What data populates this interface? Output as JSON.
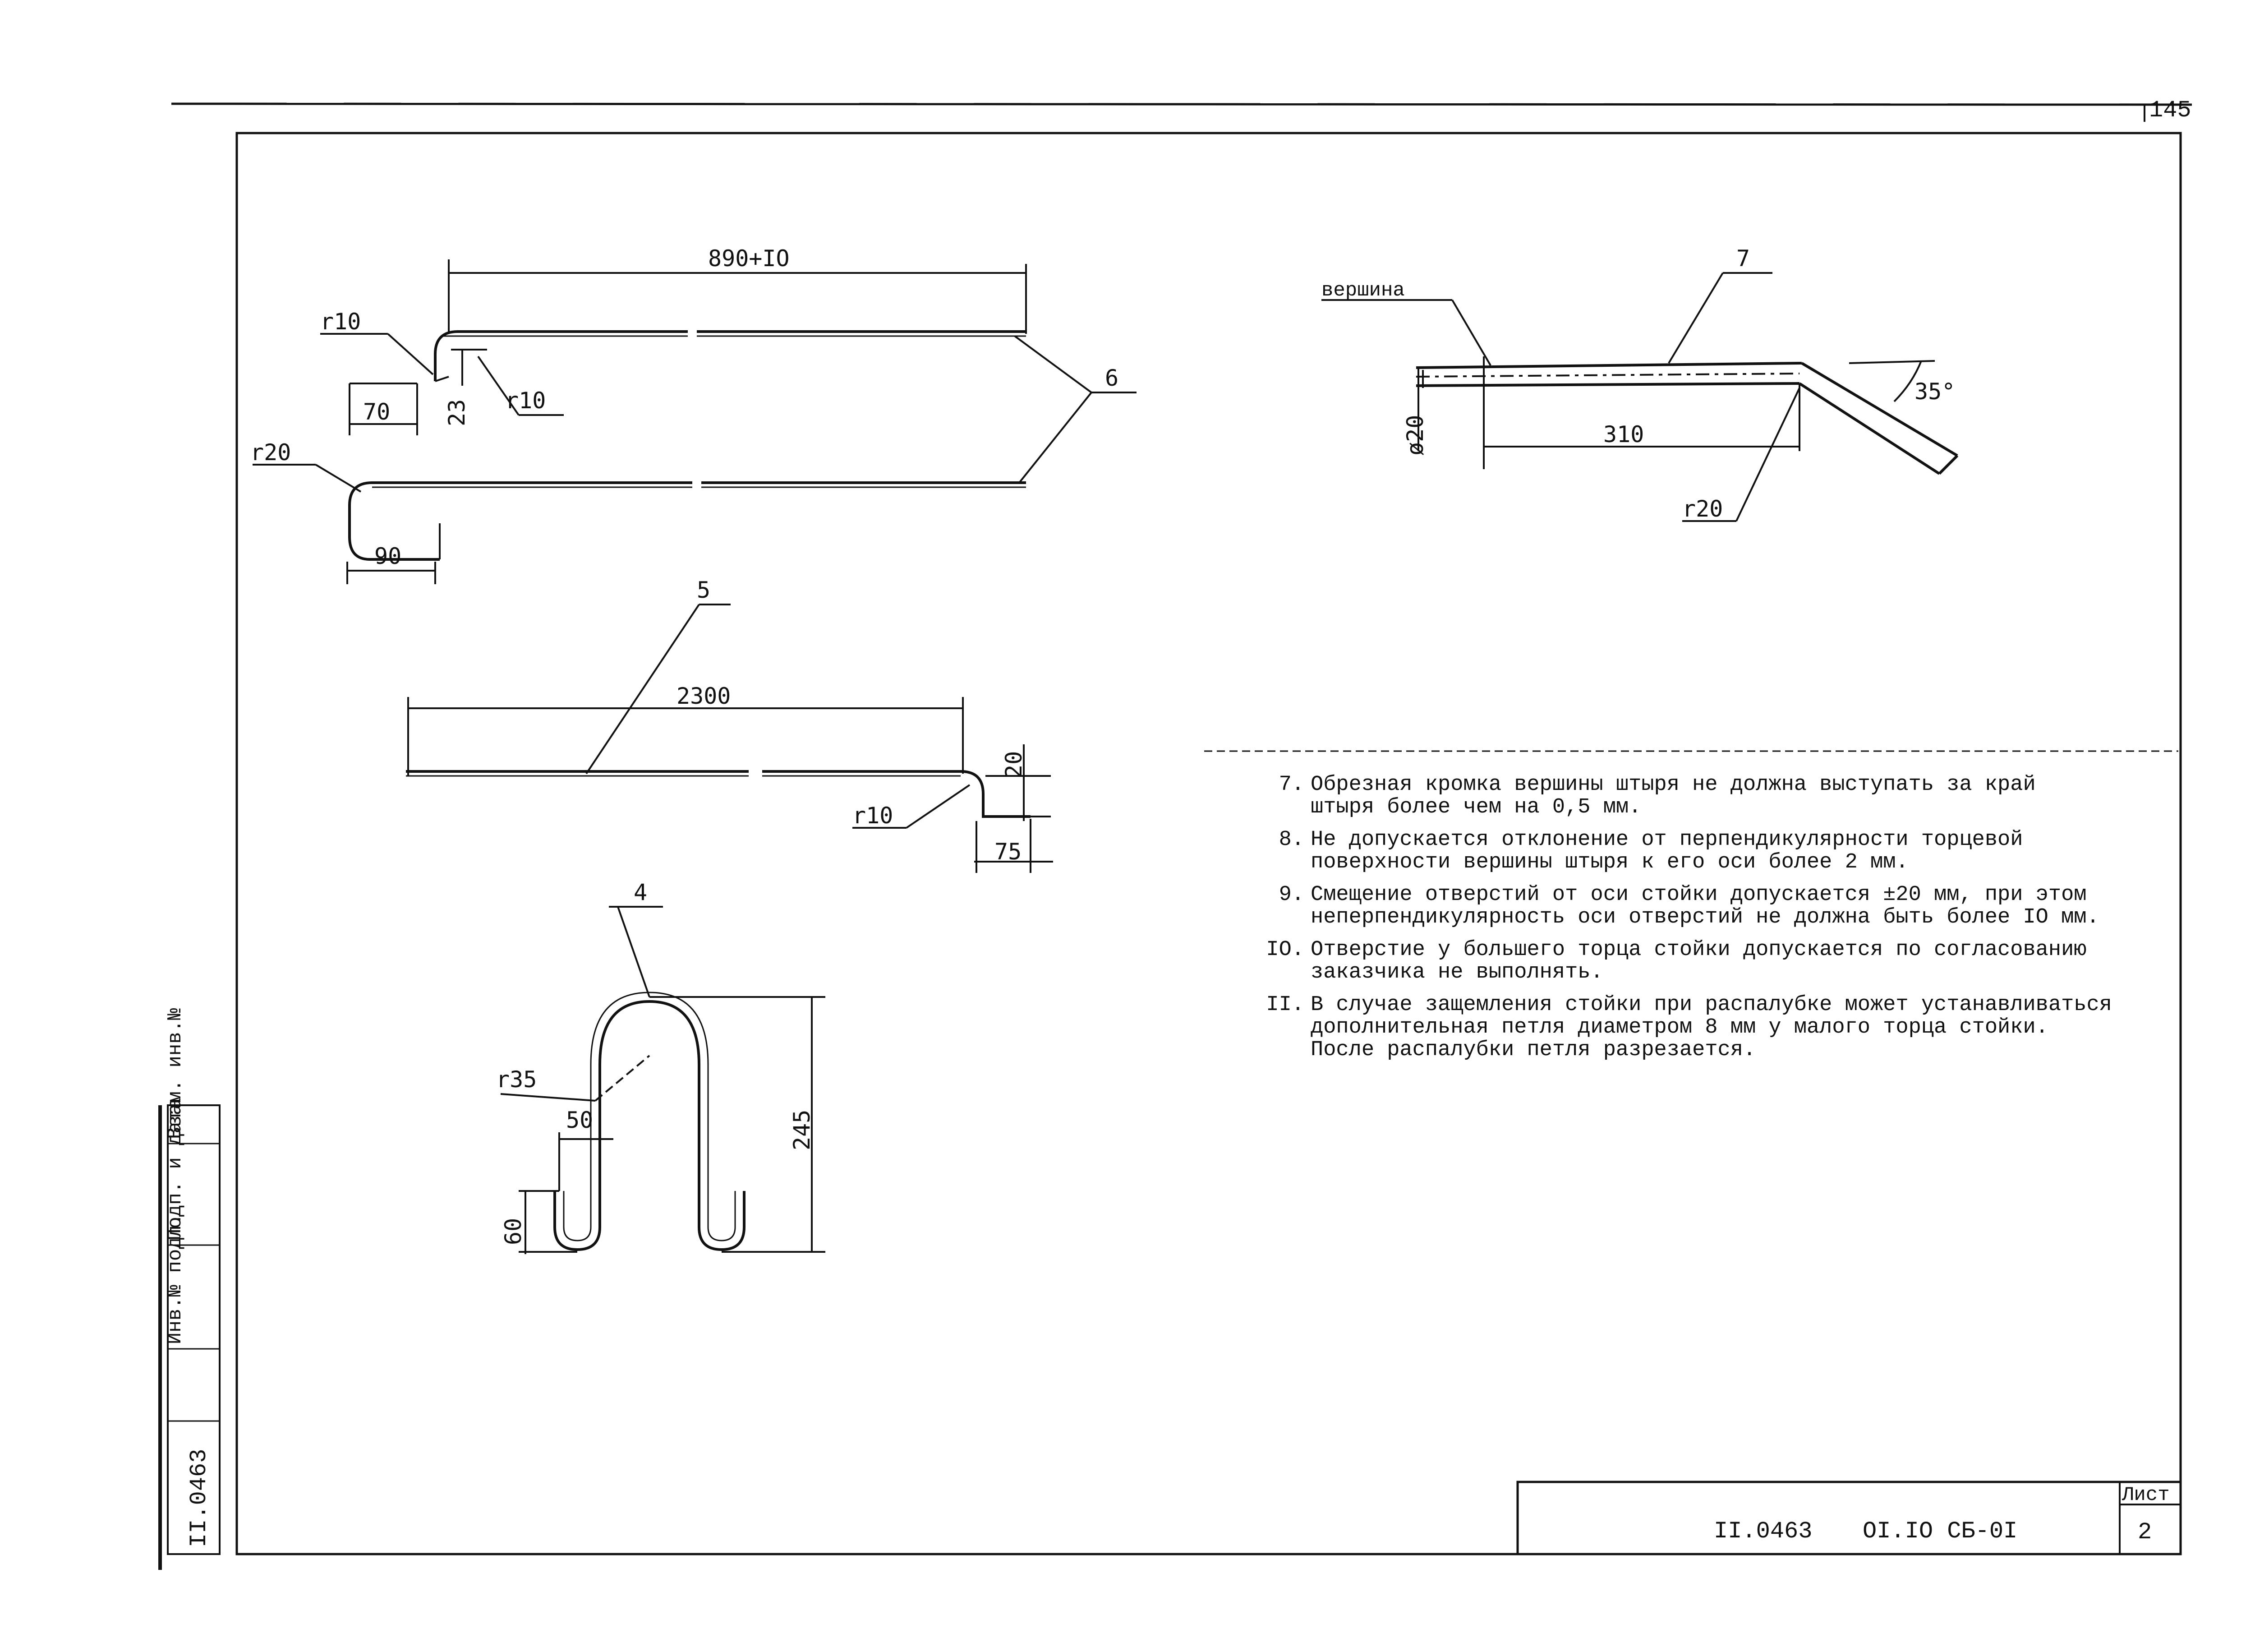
{
  "sheet": {
    "page_number": "145",
    "title_block": {
      "designation_code": "II.0463",
      "document_code": "OI.IO CБ-0I",
      "sheet_label": "Лист",
      "sheet_number": "2"
    },
    "side_stamp": {
      "code": "II.0463",
      "label_1": "Инв.№ подл.",
      "label_2": "Подп. и дата",
      "label_3": "Взам. инв.№"
    }
  },
  "drawings": {
    "part6": {
      "callout": "6",
      "len_top": "890+IO",
      "r_top_left": "r10",
      "r_top_bend": "r10",
      "height_23": "23",
      "len_70": "70",
      "r_bottom": "r20",
      "len_90": "90"
    },
    "part7": {
      "callout": "7",
      "label_top": "вершина",
      "len_310": "310",
      "angle": "35°",
      "dia": "ø20",
      "r20": "r20"
    },
    "part5": {
      "callout": "5",
      "len_2300": "2300",
      "h_20": "20",
      "len_75": "75",
      "r10": "r10"
    },
    "part4": {
      "callout": "4",
      "r35": "r35",
      "w50": "50",
      "h245": "245",
      "h60": "60"
    }
  },
  "notes": [
    {
      "num": "7.",
      "text": "Обрезная кромка вершины штыря не должна выступать за край\nштыря более чем на 0,5 мм."
    },
    {
      "num": "8.",
      "text": "Не допускается отклонение от перпендикулярности торцевой\nповерхности вершины штыря к его оси более 2 мм."
    },
    {
      "num": "9.",
      "text": "Смещение отверстий от оси стойки допускается ±20 мм, при этом\nнеперпендикулярность оси отверстий не должна быть более IO мм."
    },
    {
      "num": "IO.",
      "text": "Отверстие у большего торца стойки допускается по согласованию\nзаказчика не выполнять."
    },
    {
      "num": "II.",
      "text": "В случае защемления стойки при распалубке может устанавливаться\nдополнительная петля диаметром 8 мм у малого торца стойки.\nПосле распалубки петля разрезается."
    }
  ]
}
